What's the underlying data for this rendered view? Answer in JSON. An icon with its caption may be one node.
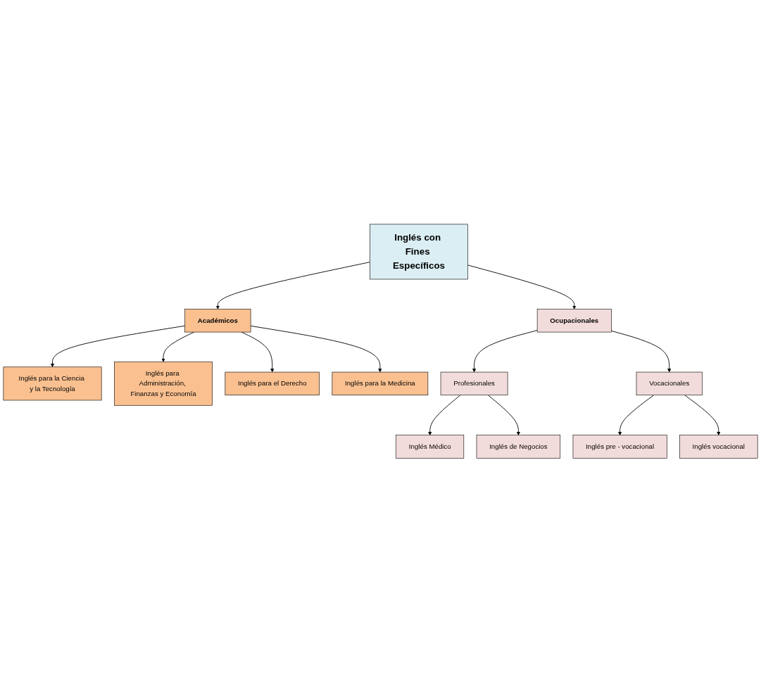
{
  "diagram": {
    "nodes": [
      {
        "text": [
          "Inglés con Fines Específicos"
        ]
      },
      {
        "text": [
          "Académicos"
        ]
      },
      {
        "text": [
          "Ocupacionales"
        ]
      },
      {
        "text": [
          "Inglés para la Ciencia y la Tecnología"
        ]
      },
      {
        "text": [
          "Inglés para Administración, Finanzas y Economía"
        ]
      },
      {
        "text": [
          "Inglés para el Derecho"
        ]
      },
      {
        "text": [
          "Inglés para la Medicina"
        ]
      },
      {
        "text": [
          "Profesionales"
        ]
      },
      {
        "text": [
          "Vocacionales"
        ]
      },
      {
        "text": [
          "Inglés Médico"
        ]
      },
      {
        "text": [
          "Inglés de Negocios"
        ]
      },
      {
        "text": [
          "Inglés pre - vocacional"
        ]
      },
      {
        "text": [
          "Inglés vocacional"
        ]
      }
    ],
    "edges": [
      {
        "from": 0,
        "to": 1,
        "arrow": "to"
      },
      {
        "from": 0,
        "to": 2,
        "arrow": "to"
      },
      {
        "from": 1,
        "to": 3,
        "arrow": "to"
      },
      {
        "from": 1,
        "to": 4,
        "arrow": "to"
      },
      {
        "from": 1,
        "to": 5,
        "arrow": "to"
      },
      {
        "from": 1,
        "to": 6,
        "arrow": "to"
      },
      {
        "from": 2,
        "to": 7,
        "arrow": "to"
      },
      {
        "from": 2,
        "to": 8,
        "arrow": "to"
      },
      {
        "from": 7,
        "to": 9,
        "arrow": "to"
      },
      {
        "from": 7,
        "to": 10,
        "arrow": "to"
      },
      {
        "from": 8,
        "to": 11,
        "arrow": "to"
      },
      {
        "from": 8,
        "to": 12,
        "arrow": "to"
      }
    ]
  }
}
